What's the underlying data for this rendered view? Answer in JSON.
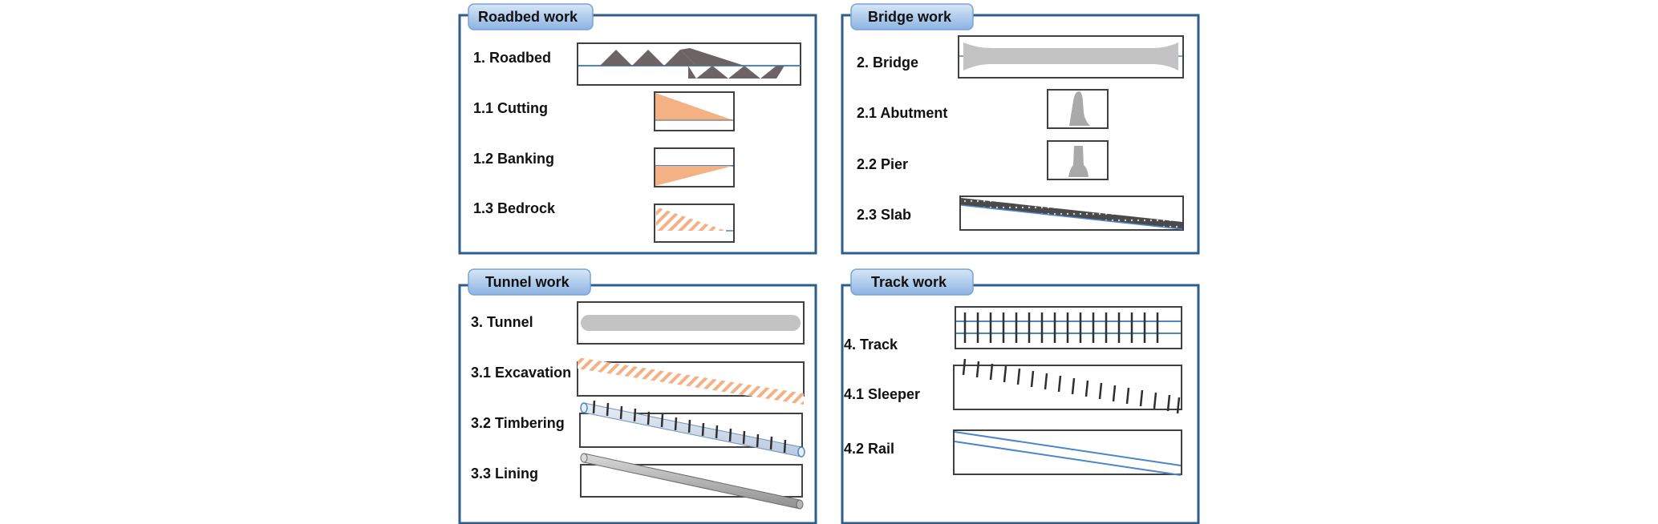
{
  "colors": {
    "panel_border": "#2e5e8c",
    "tab_fill_top": "#d6e6f7",
    "tab_fill_bottom": "#8db3e2",
    "box_border": "#404040",
    "blue_line": "#4a86c8",
    "dark_fill": "#6b6364",
    "gray_fill": "#c3c3c3",
    "orange_fill": "#f4b183",
    "hatch": "#f4b183"
  },
  "panels": {
    "roadbed": {
      "title": "Roadbed work",
      "items": [
        "1. Roadbed",
        "1.1 Cutting",
        "1.2 Banking",
        "1.3 Bedrock"
      ]
    },
    "bridge": {
      "title": "Bridge work",
      "items": [
        "2. Bridge",
        "2.1 Abutment",
        "2.2 Pier",
        "2.3 Slab"
      ]
    },
    "tunnel": {
      "title": "Tunnel work",
      "items": [
        "3. Tunnel",
        "3.1 Excavation",
        "3.2 Timbering",
        "3.3 Lining"
      ]
    },
    "track": {
      "title": "Track work",
      "items": [
        "4. Track",
        "4.1 Sleeper",
        "4.2 Rail"
      ]
    }
  }
}
